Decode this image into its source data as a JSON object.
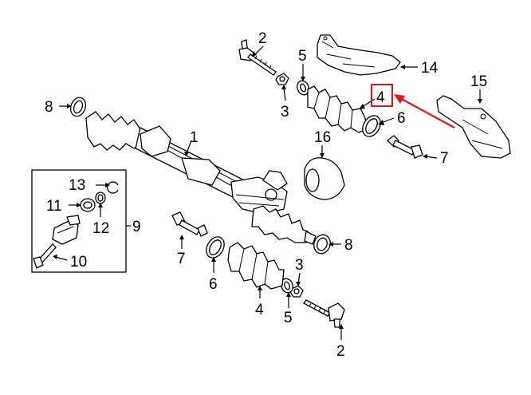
{
  "diagram": {
    "callouts": {
      "c1": "1",
      "c2_top": "2",
      "c2_bottom": "2",
      "c3_top": "3",
      "c3_bottom": "3",
      "c4_top": "4",
      "c4_bottom": "4",
      "c5_top": "5",
      "c5_bottom": "5",
      "c6_right": "6",
      "c6_left": "6",
      "c7_right": "7",
      "c7_left": "7",
      "c8_left": "8",
      "c8_right": "8",
      "c9": "9",
      "c10": "10",
      "c11": "11",
      "c12": "12",
      "c13": "13",
      "c14": "14",
      "c15": "15",
      "c16": "16"
    },
    "highlight": {
      "part": "4",
      "color": "#e8101a"
    }
  }
}
